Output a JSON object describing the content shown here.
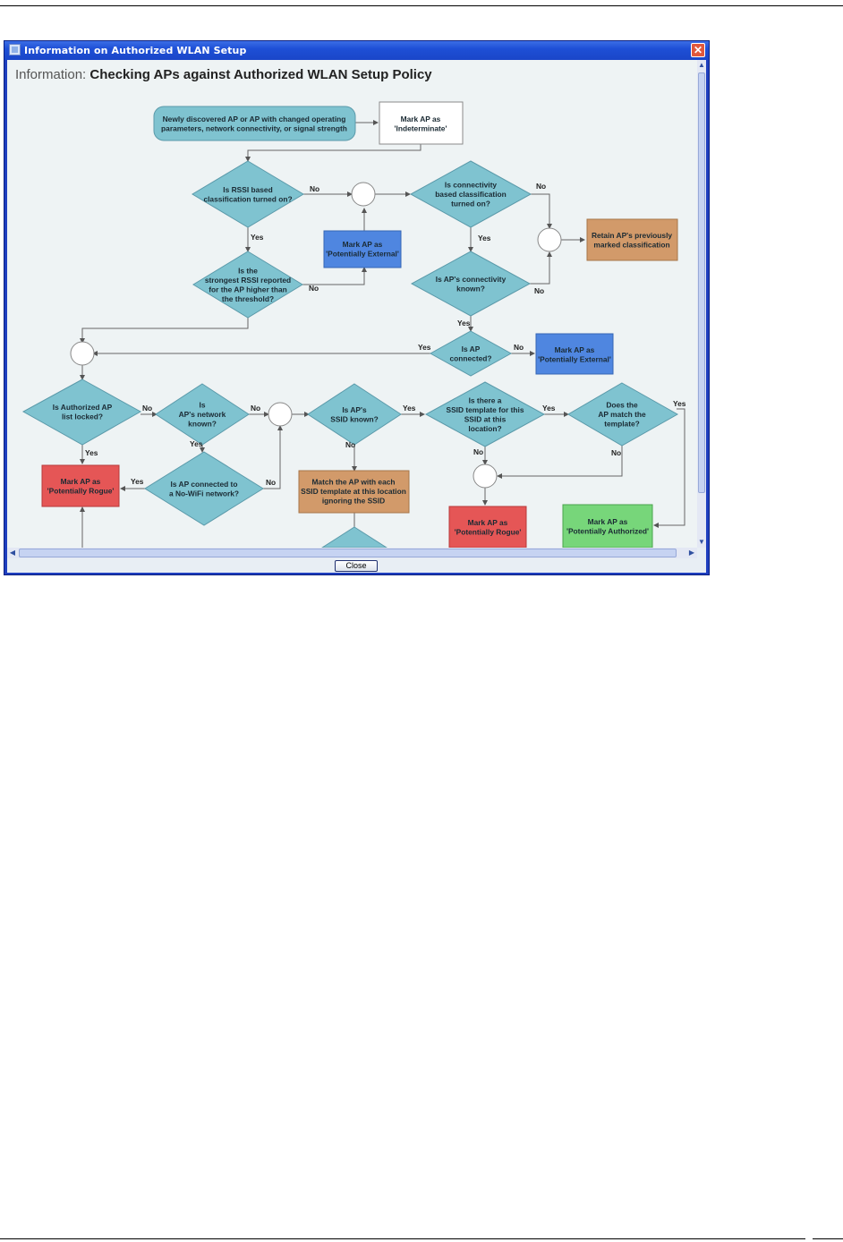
{
  "window": {
    "title": "Information on Authorized WLAN Setup",
    "close_glyph": "✕",
    "close_button_label": "Close"
  },
  "heading": {
    "prefix": "Information: ",
    "main": "Checking APs against Authorized WLAN Setup Policy"
  },
  "flowchart": {
    "nodes": {
      "start": [
        "Newly discovered AP or AP with changed operating",
        "parameters, network connectivity, or signal strength"
      ],
      "indeterminate": [
        "Mark AP as",
        "'Indeterminate'"
      ],
      "rssi_on": [
        "Is RSSI based",
        "classification turned on?"
      ],
      "conn_on": [
        "Is connectivity",
        "based  classification",
        "turned on?"
      ],
      "retain": [
        "Retain AP's previously",
        "marked classification"
      ],
      "ext1": [
        "Mark AP as",
        "'Potentially External'"
      ],
      "rssi_high": [
        "Is the",
        "strongest RSSI reported",
        "for the AP higher than",
        "the threshold?"
      ],
      "conn_known": [
        "Is AP's connectivity",
        "known?"
      ],
      "connected": [
        "Is AP",
        "connected?"
      ],
      "ext2": [
        "Mark AP as",
        "'Potentially External'"
      ],
      "locked": [
        "Is Authorized AP",
        "list locked?"
      ],
      "net_known": [
        "Is",
        "AP's network",
        "known?"
      ],
      "ssid_known": [
        "Is AP's",
        "SSID known?"
      ],
      "ssid_tpl": [
        "Is there a",
        "SSID template for this",
        "SSID at this",
        "location?"
      ],
      "match_tpl": [
        "Does the",
        "AP match the",
        "template?"
      ],
      "rogue1": [
        "Mark AP as",
        "'Potentially Rogue'"
      ],
      "nowifi": [
        "Is AP connected to",
        "a No-WiFi network?"
      ],
      "match_each": [
        "Match the AP with each",
        "SSID template at this location",
        "ignoring the SSID"
      ],
      "rogue2": [
        "Mark AP as",
        "'Potentially Rogue'"
      ],
      "authorized": [
        "Mark AP as",
        "'Potentially Authorized'"
      ]
    },
    "labels": {
      "yes": "Yes",
      "no": "No"
    }
  },
  "colors": {
    "decision": "#7fc3d0",
    "external": "#4f86e0",
    "retain": "#d29a6a",
    "rogue": "#e55656",
    "authorized": "#77d67a",
    "match": "#d29a6a"
  }
}
